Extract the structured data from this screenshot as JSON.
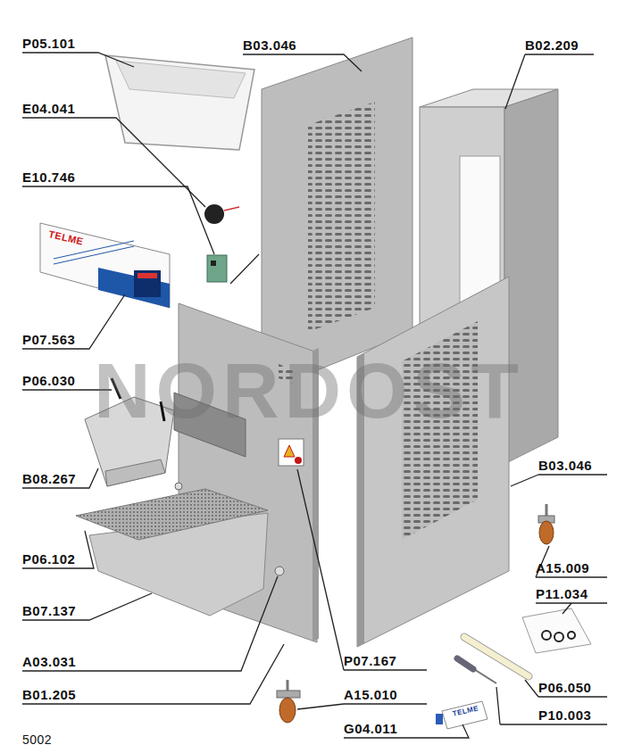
{
  "diagram": {
    "labels": [
      "P05.101",
      "B03.046",
      "B02.209",
      "E04.041",
      "E10.746",
      "P07.563",
      "P06.030",
      "B08.267",
      "P06.102",
      "B07.137",
      "A03.031",
      "B01.205",
      "B03.046",
      "A15.009",
      "P11.034",
      "P07.167",
      "P06.050",
      "A15.010",
      "P10.003",
      "G04.011",
      "5002",
      "NORDOST",
      "TELME",
      "TELME"
    ]
  }
}
